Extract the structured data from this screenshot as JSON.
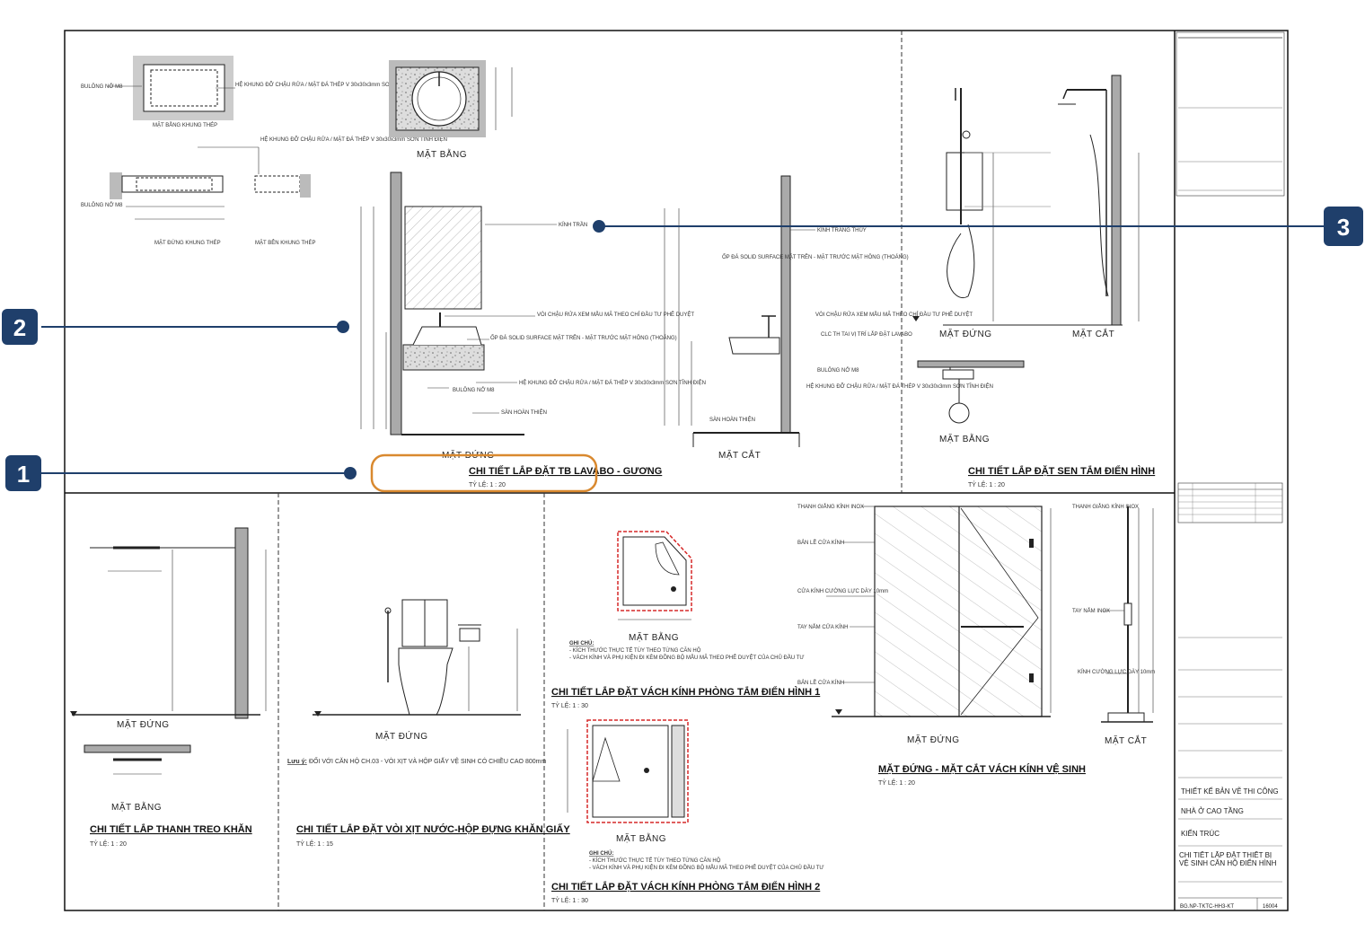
{
  "callouts": [
    {
      "number": "1"
    },
    {
      "number": "2"
    },
    {
      "number": "3"
    }
  ],
  "colors": {
    "callout": "#1f3f6b",
    "highlight": "#d9892f",
    "door_plan": "#d62828"
  },
  "panels": {
    "lavabo": {
      "title": "CHI TIẾT LẮP ĐẶT TB LAVABO - GƯƠNG",
      "scale": "TỶ LỆ:    1 : 20",
      "plan_label": "MẶT BẰNG",
      "elevation_label": "MẶT ĐỨNG",
      "section_label": "MẶT CẮT",
      "frame_plan": "MẶT BẰNG KHUNG THÉP",
      "frame_elev": "MẶT ĐỨNG KHUNG THÉP",
      "frame_side": "MẶT BÊN KHUNG THÉP",
      "bolt": "BULÔNG NỞ M8",
      "mirror": "KÍNH TRÁNG THỦY",
      "wall_face": "KÍNH TRẦN",
      "tap_note": "VÒI CHẬU RỬA XEM MẪU MÃ THEO CHỈ ĐẦU TƯ PHÊ DUYỆT",
      "solid_surface": "ỐP ĐÁ SOLID SURFACE MẶT TRÊN - MẶT TRƯỚC MẶT HÔNG (THOÁNG)",
      "steel_frame": "HỆ KHUNG ĐỠ CHẬU RỬA / MẶT ĐÁ THÉP V 30x30x3mm SƠN TĨNH ĐIỆN",
      "finished_floor": "SÀN HOÀN THIỆN",
      "bolt_low": "BULÔNG NỞ M8",
      "trap_note": "CLC TH TAI VỊ TRÍ LẮP ĐẶT LAVABO"
    },
    "shower": {
      "title": "CHI TIẾT LẮP ĐẶT SEN TẮM ĐIỂN HÌNH",
      "scale": "TỶ LỆ:    1 : 20",
      "elevation_label": "MẶT ĐỨNG",
      "section_label": "MẶT CẮT",
      "plan_label": "MẶT BẰNG"
    },
    "towel": {
      "title": "CHI TIẾT LẮP THANH TREO KHĂN",
      "scale": "TỶ LỆ:    1 : 20",
      "elevation_label": "MẶT ĐỨNG",
      "plan_label": "MẶT BẰNG"
    },
    "bidet": {
      "title": "CHI TIẾT LẮP ĐẶT VÒI XỊT NƯỚC-HỘP ĐỰNG KHĂN GIẤY",
      "scale": "TỶ LỆ:    1 : 15",
      "elevation_label": "MẶT ĐỨNG",
      "note_head": "Lưu ý:",
      "note": "ĐỐI VỚI CĂN HỘ CH.03 - VÒI XỊT VÀ HỘP GIẤY VỆ SINH CÓ CHIỀU CAO 800mm"
    },
    "glass1": {
      "title": "CHI TIẾT LẮP ĐẶT VÁCH KÍNH PHÒNG TẮM ĐIỂN HÌNH 1",
      "scale": "TỶ LỆ:    1 : 30",
      "plan_label": "MẶT BẰNG",
      "note_head": "GHI CHÚ:",
      "note1": "- KÍCH THƯỚC THỰC TẾ TÙY THEO TỪNG CĂN HỘ",
      "note2": "- VÁCH KÍNH VÀ PHỤ KIỆN ĐI KÈM ĐỒNG BỘ MẪU MÃ THEO PHÊ DUYỆT CỦA CHỦ ĐẦU TƯ"
    },
    "glass2": {
      "title": "CHI TIẾT LẮP ĐẶT VÁCH KÍNH PHÒNG TẮM ĐIỂN HÌNH 2",
      "scale": "TỶ LỆ:    1 : 30",
      "plan_label": "MẶT BẰNG",
      "note_head": "GHI CHÚ:",
      "note1": "- KÍCH THƯỚC THỰC TẾ TÙY THEO TỪNG CĂN HỘ",
      "note2": "- VÁCH KÍNH VÀ PHỤ KIỆN ĐI KÈM ĐỒNG BỘ MẪU MÃ THEO PHÊ DUYỆT CỦA CHỦ ĐẦU TƯ"
    },
    "glass_elev": {
      "title": "MẶT ĐỨNG - MẶT CẮT VÁCH KÍNH VỆ SINH",
      "scale": "TỶ LỆ:    1 : 20",
      "elevation_label": "MẶT ĐỨNG",
      "section_label": "MẶT CẮT",
      "inox": "THANH GIẰNG KÍNH INOX",
      "hinge": "BẢN LỀ CỬA KÍNH",
      "glass": "CỬA KÍNH CƯỜNG LỰC DÀY 10mm",
      "handle": "TAY NẮM CỬA KÍNH",
      "hinge2": "BẢN LỀ CỬA KÍNH",
      "tempered": "KÍNH CƯỜNG LỰC DÀY 10mm",
      "handle_inox": "TAY NẮM INOX"
    }
  },
  "title_block": {
    "project_type": "THIẾT KẾ BẢN VẼ THI CÔNG",
    "project": "NHÀ Ở CAO TẦNG",
    "discipline": "KIẾN TRÚC",
    "sheet_title": "CHI TIẾT LẮP ĐẶT THIẾT BỊ VỆ SINH CĂN HỘ ĐIỂN HÌNH",
    "drawing_no": "BG.NP-TKTC-HH3-KT",
    "sheet_no": "16004"
  }
}
